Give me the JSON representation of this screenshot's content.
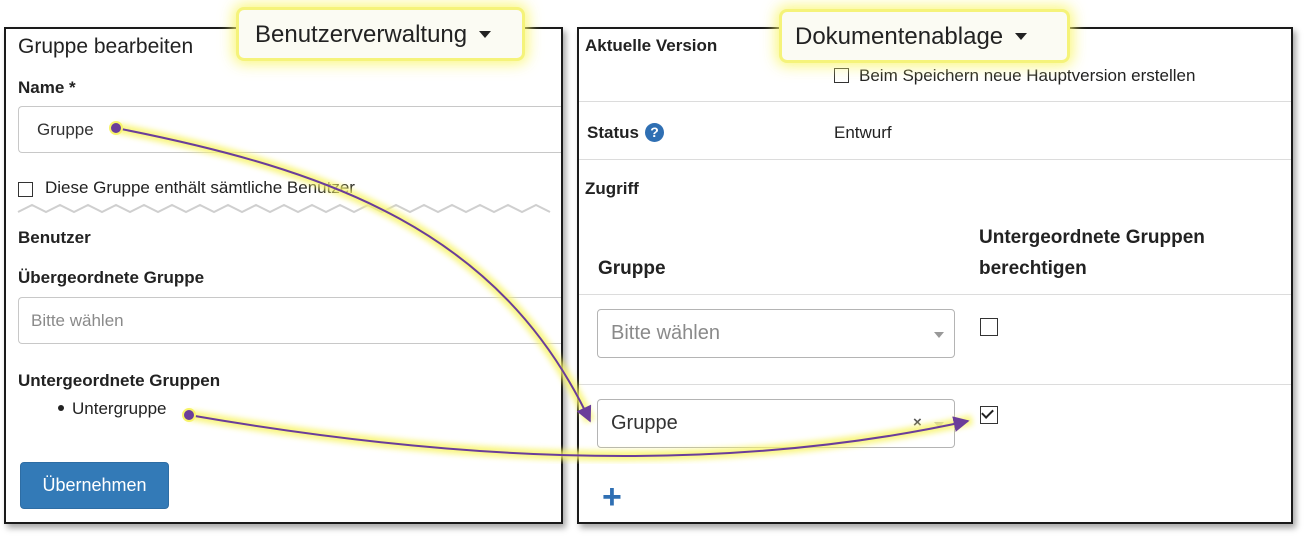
{
  "left_panel": {
    "title": "Gruppe bearbeiten",
    "name_label": "Name *",
    "name_value": "Gruppe",
    "all_users_label": "Diese Gruppe enthält sämtliche Benutzer",
    "users_label": "Benutzer",
    "parent_group_label": "Übergeordnete Gruppe",
    "parent_group_placeholder": "Bitte wählen",
    "subgroups_label": "Untergeordnete Gruppen",
    "subgroups": [
      "Untergruppe"
    ],
    "apply_button": "Übernehmen"
  },
  "right_panel": {
    "current_version_label": "Aktuelle Version",
    "new_major_version_label": "Beim Speichern neue Hauptversion erstellen",
    "status_label": "Status",
    "status_value": "Entwurf",
    "access_label": "Zugriff",
    "table": {
      "col_group": "Gruppe",
      "col_subgroups_line1": "Untergeordnete Gruppen",
      "col_subgroups_line2": "berechtigen",
      "rows": [
        {
          "group": "Bitte wählen",
          "is_placeholder": true,
          "subgroups_authorized": false
        },
        {
          "group": "Gruppe",
          "is_placeholder": false,
          "clearable": true,
          "clear_symbol": "×",
          "subgroups_authorized": true
        }
      ]
    }
  },
  "tags": {
    "left": "Benutzerverwaltung",
    "right": "Dokumentenablage"
  },
  "colors": {
    "primary": "#337ab7",
    "plus_icon": "#2f6fb3",
    "arrow": "#6a3d9a",
    "highlight": "#f5f37a"
  }
}
